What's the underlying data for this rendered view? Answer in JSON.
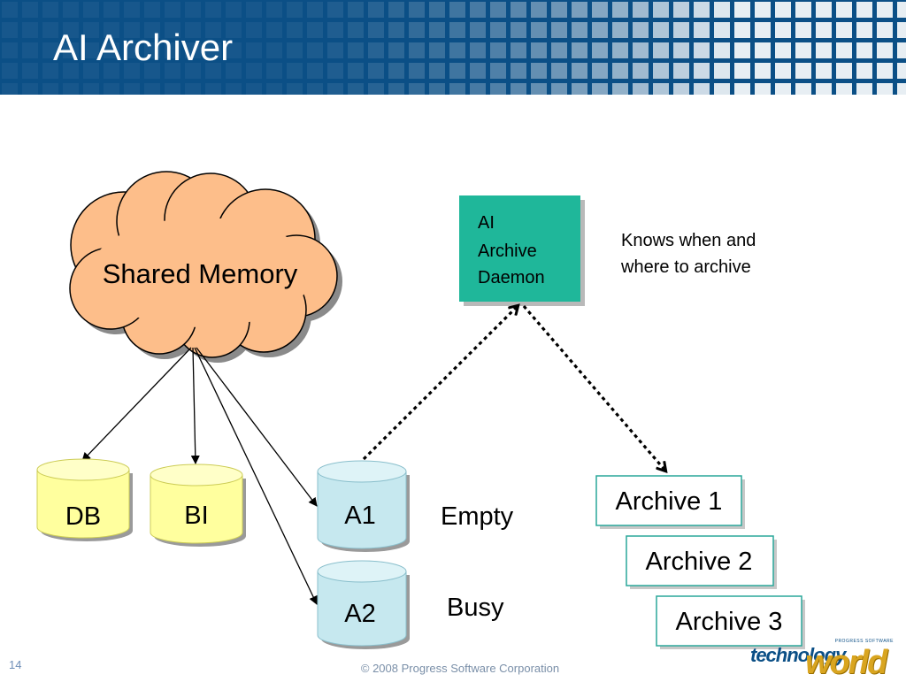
{
  "header": {
    "title": "AI Archiver",
    "background": "#0b4f86"
  },
  "diagram": {
    "cloud": {
      "label": "Shared Memory",
      "fill": "#fdbe8a"
    },
    "daemon": {
      "label_lines": [
        "AI",
        "Archive",
        "Daemon"
      ],
      "fill": "#1fb79a"
    },
    "note_lines": [
      "Knows when and",
      "where to archive"
    ],
    "cylinders": [
      {
        "id": "db",
        "label": "DB",
        "fill": "#ffff9e"
      },
      {
        "id": "bi",
        "label": "BI",
        "fill": "#ffff9e"
      },
      {
        "id": "a1",
        "label": "A1",
        "fill": "#c6e8ef"
      },
      {
        "id": "a2",
        "label": "A2",
        "fill": "#c6e8ef"
      }
    ],
    "status": {
      "a1": "Empty",
      "a2": "Busy"
    },
    "archives": [
      "Archive 1",
      "Archive 2",
      "Archive 3"
    ],
    "archive_border": "#2aa79a"
  },
  "footer": {
    "page_number": "14",
    "copyright": "© 2008 Progress Software Corporation",
    "logo": {
      "small": "PROGRESS SOFTWARE",
      "part1": "technology",
      "part2": "world"
    }
  }
}
